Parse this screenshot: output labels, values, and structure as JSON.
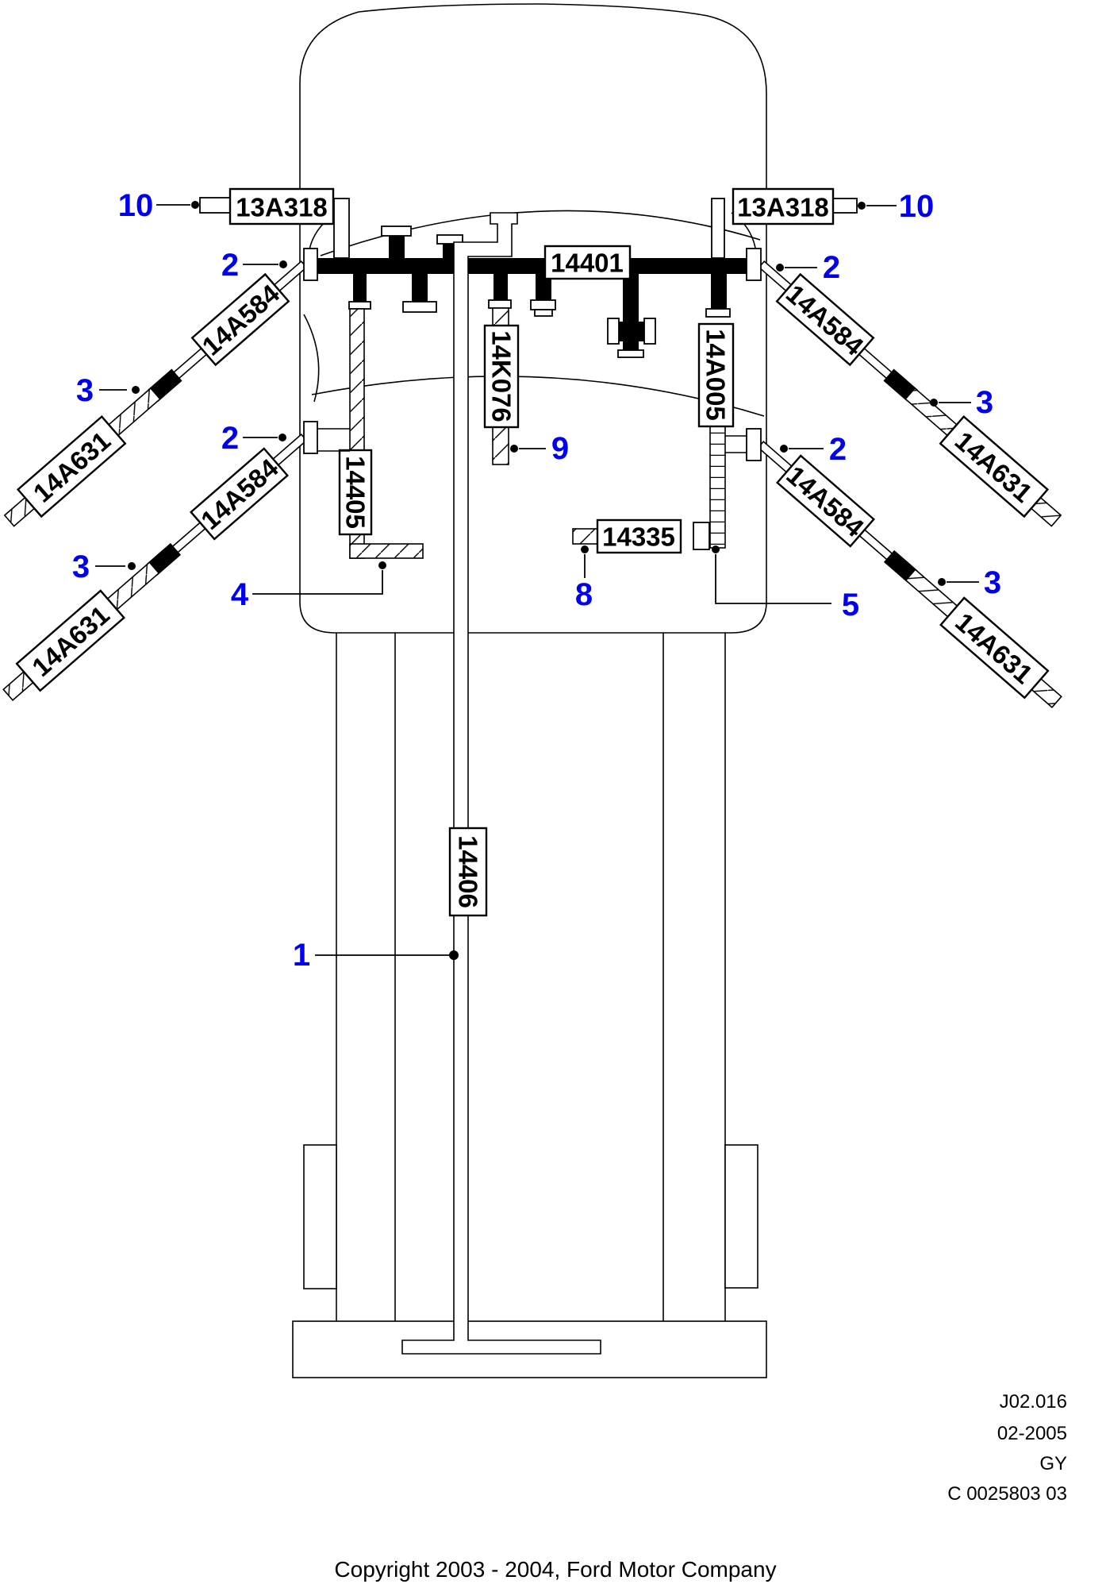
{
  "figure": {
    "part_labels": {
      "main_harness": "14401",
      "overhead_jumper": "13A318",
      "door_branch": "14A584",
      "door_end": "14A631",
      "console_harness": "14K076",
      "pillar_harness": "14A005",
      "left_pillar_harness": "14405",
      "cross_body_harness": "14335",
      "floor_cable": "14406"
    },
    "callouts": {
      "one": "1",
      "two": "2",
      "three": "3",
      "four": "4",
      "five": "5",
      "eight": "8",
      "nine": "9",
      "ten": "10"
    },
    "legend": {
      "figure_number": "J02.016",
      "date": "02-2005",
      "initials": "GY",
      "document_number": "C 0025803 03"
    },
    "footer": {
      "copyright": "Copyright 2003 - 2004, Ford Motor Company"
    },
    "colors": {
      "callout_blue": "#0000ee",
      "line_black": "#000000",
      "background": "#ffffff"
    }
  }
}
